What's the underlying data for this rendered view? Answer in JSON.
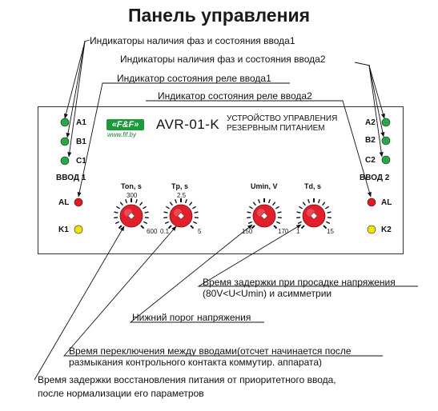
{
  "title": "Панель управления",
  "annotations": {
    "phase_ind_1": "Индикаторы наличия фаз и состояния ввода1",
    "phase_ind_2": "Индикаторы наличия фаз и состояния ввода2",
    "relay_ind_1": "Индикатор состояния реле ввода1",
    "relay_ind_2": "Индикатор состояния реле ввода2",
    "delay_sag_line1": "Время задержки при просадке напряжения",
    "delay_sag_line2": "(80V<U<Umin) и асимметрии",
    "lower_threshold": "Нижний порог напряжения",
    "switch_time_line1": "Время переключения  между вводами(отсчет начинается после",
    "switch_time_line2": "размыкания контрольного контакта коммутир. аппарата)",
    "restore_delay_line1": "Время задержки восстановления питания от приоритетного ввода,",
    "restore_delay_line2": "после нормализации его параметров"
  },
  "panel": {
    "logo": "«F&F»",
    "url": "www.fif.by",
    "model": "AVR-01-K",
    "description_line1": "УСТРОЙСТВО УПРАВЛЕНИЯ",
    "description_line2": "РЕЗЕРВНЫМ ПИТАНИЕМ",
    "input1": {
      "label": "ВВОД 1",
      "phases": [
        "A1",
        "B1",
        "C1"
      ],
      "relay": "AL",
      "state": "K1"
    },
    "input2": {
      "label": "ВВОД 2",
      "phases": [
        "A2",
        "B2",
        "C2"
      ],
      "relay": "AL",
      "state": "K2"
    },
    "knobs": [
      {
        "label": "Ton, s",
        "scale_top": "300",
        "scale_left": "",
        "scale_right": "600"
      },
      {
        "label": "Tp, s",
        "scale_top": "2.5",
        "scale_left": "0.1",
        "scale_right": "5"
      },
      {
        "label": "Umin, V",
        "scale_top": "",
        "scale_left": "150",
        "scale_right": "170"
      },
      {
        "label": "Td, s",
        "scale_top": "",
        "scale_left": "1",
        "scale_right": "15"
      }
    ]
  },
  "colors": {
    "led_green": "#27a84a",
    "led_red": "#e21b23",
    "led_yellow": "#f2e600",
    "knob_red": "#e0202a",
    "brand_green": "#1b9a3a"
  }
}
